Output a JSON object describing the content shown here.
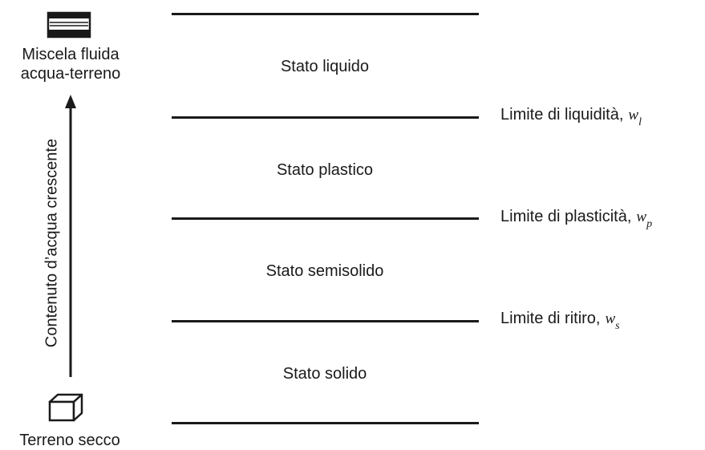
{
  "top_icon": {
    "name": "water-soil-mixture-icon"
  },
  "bottom_icon": {
    "name": "dry-soil-cube-icon"
  },
  "top_label": {
    "line1": "Miscela fluida",
    "line2": "acqua-terreno"
  },
  "bottom_label": "Terreno secco",
  "axis_label": "Contenuto d’acqua crescente",
  "states": [
    "Stato liquido",
    "Stato plastico",
    "Stato semisolido",
    "Stato solido"
  ],
  "limits": [
    {
      "label": "Limite di liquidità,",
      "symbol": "w",
      "sub": "l"
    },
    {
      "label": "Limite di plasticità,",
      "symbol": "w",
      "sub": "p"
    },
    {
      "label": "Limite di ritiro,",
      "symbol": "w",
      "sub": "s"
    }
  ]
}
